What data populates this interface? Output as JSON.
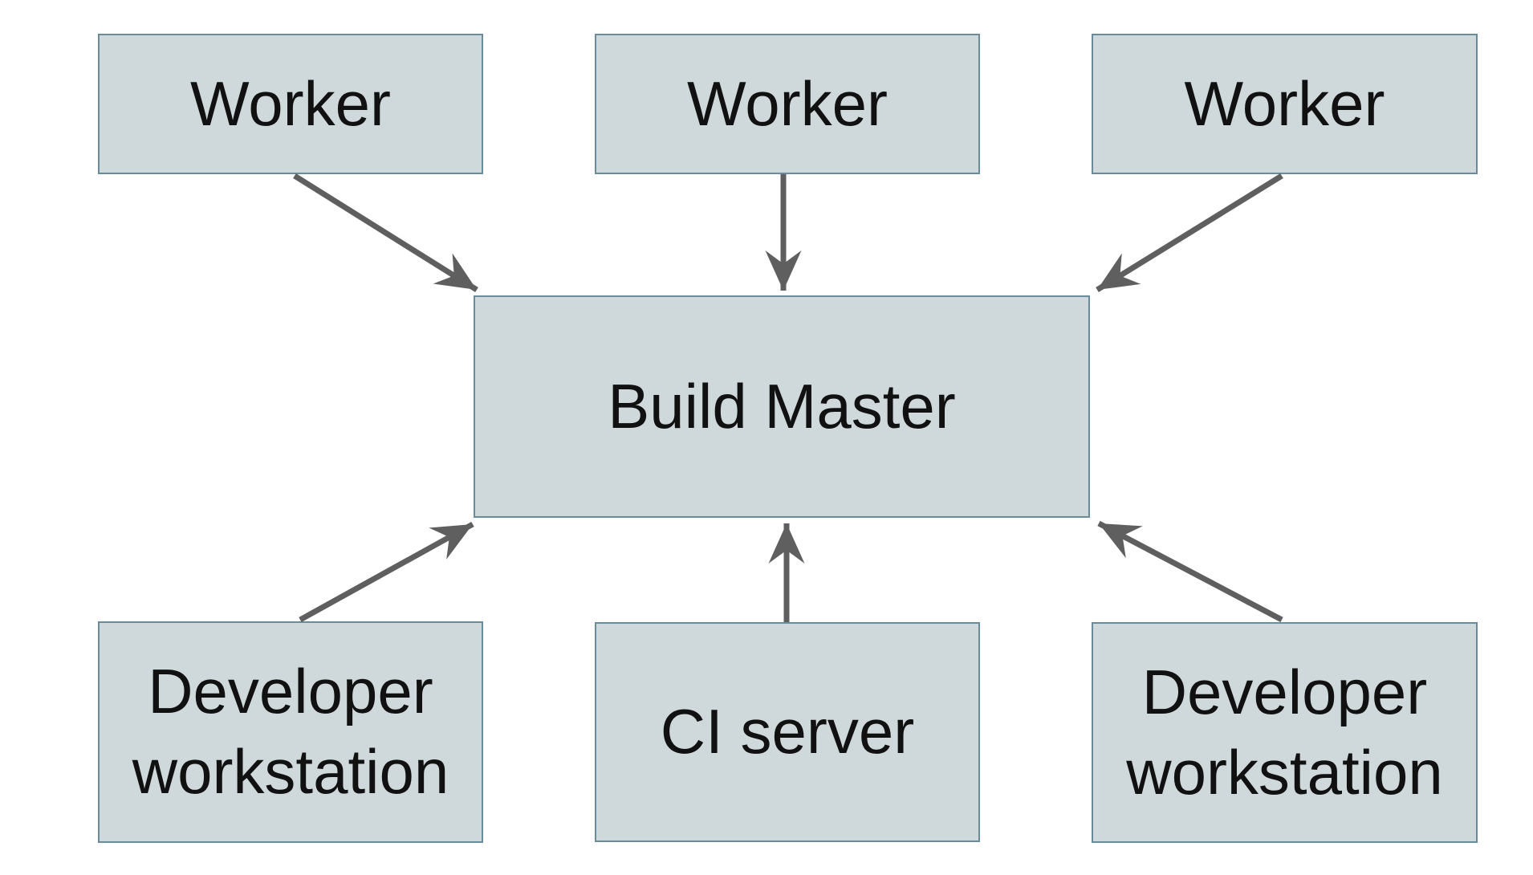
{
  "diagram": {
    "type": "architecture-diagram",
    "nodes": [
      {
        "id": "worker-1",
        "label": "Worker",
        "row": "top"
      },
      {
        "id": "worker-2",
        "label": "Worker",
        "row": "top"
      },
      {
        "id": "worker-3",
        "label": "Worker",
        "row": "top"
      },
      {
        "id": "build-master",
        "label": "Build Master",
        "row": "middle"
      },
      {
        "id": "developer-workstation-left",
        "label": "Developer workstation",
        "row": "bottom"
      },
      {
        "id": "ci-server",
        "label": "CI server",
        "row": "bottom"
      },
      {
        "id": "developer-workstation-right",
        "label": "Developer workstation",
        "row": "bottom"
      }
    ],
    "edges": [
      {
        "from": "worker-1",
        "to": "build-master",
        "direction": "arrow-into-build-master"
      },
      {
        "from": "worker-2",
        "to": "build-master",
        "direction": "arrow-into-build-master"
      },
      {
        "from": "worker-3",
        "to": "build-master",
        "direction": "arrow-into-build-master"
      },
      {
        "from": "developer-workstation-left",
        "to": "build-master",
        "direction": "arrow-into-build-master"
      },
      {
        "from": "ci-server",
        "to": "build-master",
        "direction": "arrow-into-build-master"
      },
      {
        "from": "developer-workstation-right",
        "to": "build-master",
        "direction": "arrow-into-build-master"
      }
    ],
    "colors": {
      "background": "#ffffff",
      "node_fill": "#cfd8da",
      "node_border": "#6a8b9a",
      "arrow": "#5f5f5f",
      "text": "#111111"
    }
  }
}
